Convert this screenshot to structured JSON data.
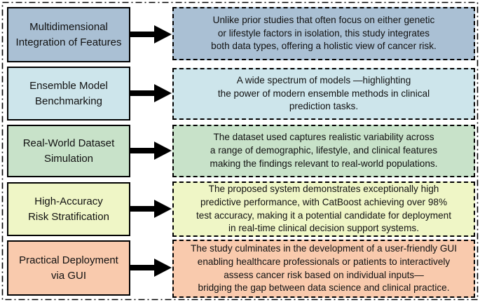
{
  "figure": {
    "background": "#ffffff",
    "border_color": "#000000",
    "text_color": "#111111",
    "arrow_color": "#000000"
  },
  "rows": [
    {
      "label": "Multidimensional\nIntegration of Features",
      "description": "Unlike prior studies that often focus on either genetic\nor lifestyle factors in isolation, this study integrates\nboth data types, offering a holistic view of cancer risk.",
      "color": "#aac0d4"
    },
    {
      "label": "Ensemble Model\nBenchmarking",
      "description": "A wide spectrum of models —highlighting\nthe power of modern ensemble methods in clinical\nprediction tasks.",
      "color": "#cde5eb"
    },
    {
      "label": "Real-World Dataset\nSimulation",
      "description": "The dataset used captures realistic variability across\na range of demographic, lifestyle, and clinical features\nmaking the findings relevant to real-world populations.",
      "color": "#c8e2c9"
    },
    {
      "label": "High-Accuracy\nRisk Stratification",
      "description": "The proposed system demonstrates exceptionally high\npredictive performance, with CatBoost achieving over 98%\ntest accuracy, making it a potential candidate for deployment\nin real-time clinical decision support systems.",
      "color": "#eff6c6"
    },
    {
      "label": "Practical Deployment\nvia GUI",
      "description": "The study culminates in the development of a user-friendly GUI\nenabling healthcare professionals or patients to interactively\nassess cancer risk based on individual inputs—\nbridging the gap between data science and clinical practice.",
      "color": "#f9caad"
    }
  ]
}
